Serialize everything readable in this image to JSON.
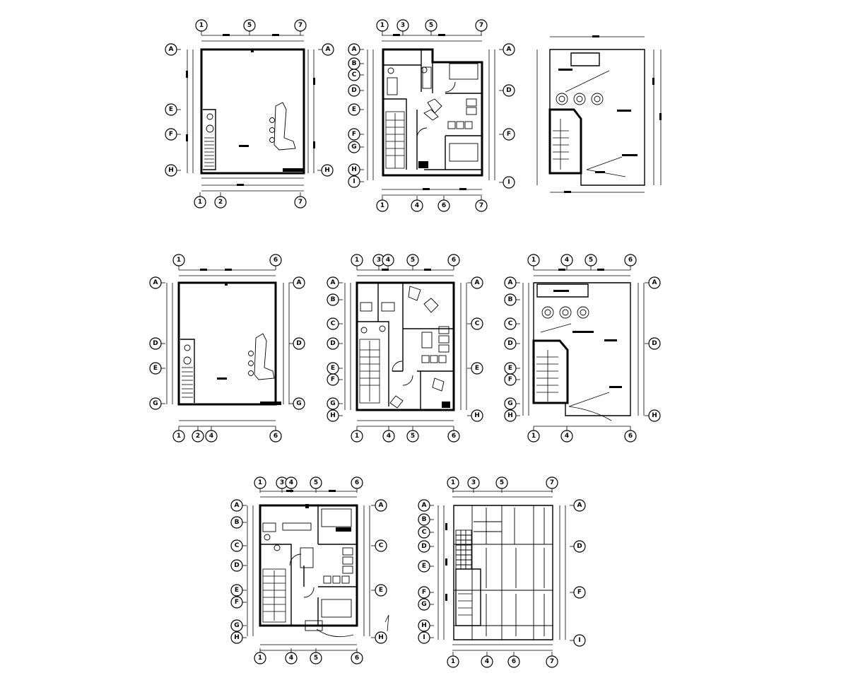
{
  "drawing": {
    "sheets": [
      {
        "id": "plan-r1-c1",
        "cols_top": [
          "1",
          "5",
          "7"
        ],
        "cols_bottom": [
          "1",
          "2",
          "7"
        ],
        "rows_left": [
          "A",
          "E",
          "F",
          "H"
        ],
        "rows_right": [
          "A",
          "H"
        ]
      },
      {
        "id": "plan-r1-c2",
        "cols_top": [
          "1",
          "3",
          "5",
          "7"
        ],
        "cols_bottom": [
          "1",
          "4",
          "6",
          "7"
        ],
        "rows_left": [
          "A",
          "B",
          "C",
          "D",
          "E",
          "F",
          "G",
          "H",
          "I"
        ],
        "rows_right": [
          "A",
          "D",
          "F",
          "I"
        ]
      },
      {
        "id": "plan-r1-c3",
        "cols_top": [],
        "cols_bottom": [],
        "rows_left": [],
        "rows_right": []
      },
      {
        "id": "plan-r2-c1",
        "cols_top": [
          "1",
          "6"
        ],
        "cols_bottom": [
          "1",
          "2",
          "4",
          "6"
        ],
        "rows_left": [
          "A",
          "D",
          "E",
          "G"
        ],
        "rows_right": [
          "A",
          "D",
          "G"
        ]
      },
      {
        "id": "plan-r2-c2",
        "cols_top": [
          "1",
          "3",
          "4",
          "5",
          "6"
        ],
        "cols_bottom": [
          "1",
          "4",
          "5",
          "6"
        ],
        "rows_left": [
          "A",
          "B",
          "C",
          "D",
          "E",
          "F",
          "G",
          "H"
        ],
        "rows_right": [
          "A",
          "C",
          "E",
          "H"
        ]
      },
      {
        "id": "plan-r2-c3",
        "cols_top": [
          "1",
          "4",
          "5",
          "6"
        ],
        "cols_bottom": [
          "1",
          "4",
          "6"
        ],
        "rows_left": [
          "A",
          "B",
          "C",
          "D",
          "E",
          "F",
          "G",
          "H"
        ],
        "rows_right": [
          "A",
          "D",
          "H"
        ]
      },
      {
        "id": "plan-r3-c1",
        "cols_top": [
          "1",
          "3",
          "4",
          "5",
          "6"
        ],
        "cols_bottom": [
          "1",
          "4",
          "5",
          "6"
        ],
        "rows_left": [
          "A",
          "B",
          "C",
          "D",
          "E",
          "F",
          "G",
          "H"
        ],
        "rows_right": [
          "A",
          "C",
          "E",
          "H"
        ]
      },
      {
        "id": "plan-r3-c2",
        "cols_top": [
          "1",
          "3",
          "5",
          "7"
        ],
        "cols_bottom": [
          "1",
          "4",
          "6",
          "7"
        ],
        "rows_left": [
          "A",
          "B",
          "C",
          "D",
          "E",
          "F",
          "G",
          "H",
          "I"
        ],
        "rows_right": [
          "A",
          "D",
          "F",
          "I"
        ]
      }
    ]
  }
}
